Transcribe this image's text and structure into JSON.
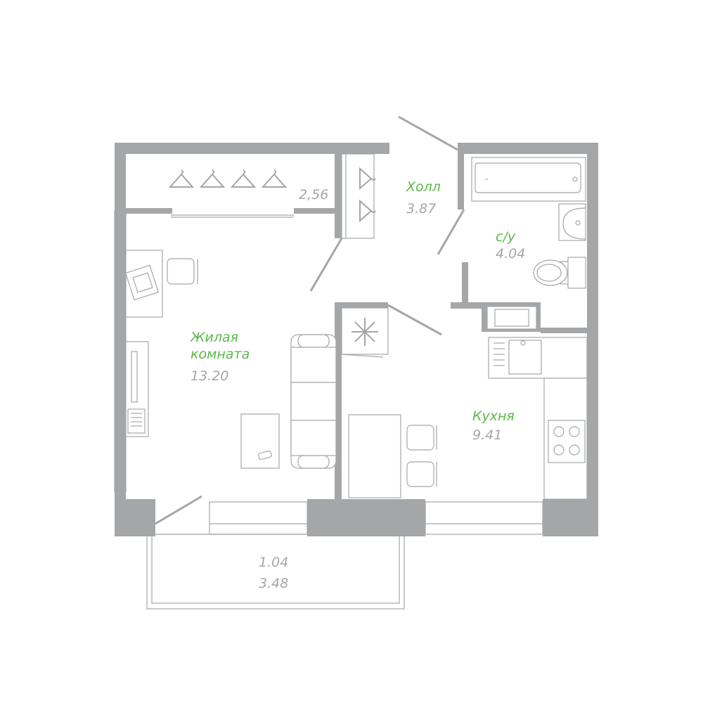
{
  "rooms": {
    "living": {
      "name_line1": "Жилая",
      "name_line2": "комната",
      "area": "13.20"
    },
    "hall": {
      "name": "Холл",
      "area": "3.87"
    },
    "bathroom": {
      "name": "с/у",
      "area": "4.04"
    },
    "kitchen": {
      "name": "Кухня",
      "area": "9.41"
    },
    "closet": {
      "area": "2,56"
    },
    "balcony": {
      "area_line1": "1.04",
      "area_line2": "3.48"
    }
  },
  "colors": {
    "label_green": "#5bb94a",
    "label_grey": "#a4a6a8",
    "wall": "#a4a6a8",
    "background": "#ffffff"
  }
}
